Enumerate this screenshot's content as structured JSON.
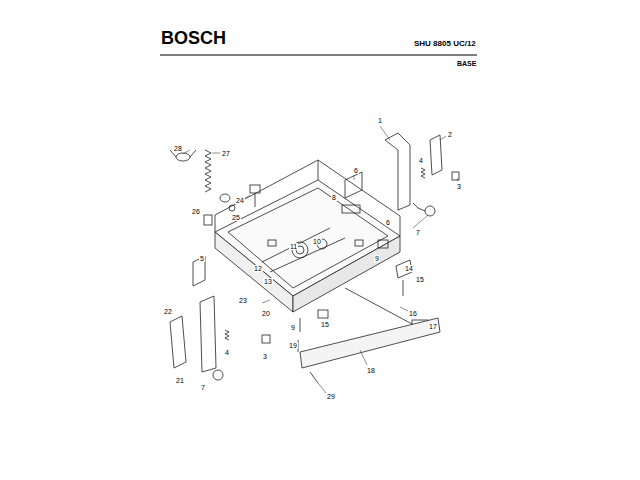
{
  "diagram": {
    "labels": [
      "BOSCH",
      "SHU 8805 UC/12",
      "BASE",
      "28",
      "27",
      "1",
      "2",
      "4",
      "3",
      "6",
      "26",
      "24",
      "25",
      "8",
      "6",
      "7",
      "10",
      "11",
      "9",
      "14",
      "15",
      "12",
      "13",
      "5",
      "23",
      "20",
      "16",
      "9",
      "15",
      "17",
      "22",
      "4",
      "3",
      "19",
      "18",
      "21",
      "7",
      "29"
    ]
  }
}
